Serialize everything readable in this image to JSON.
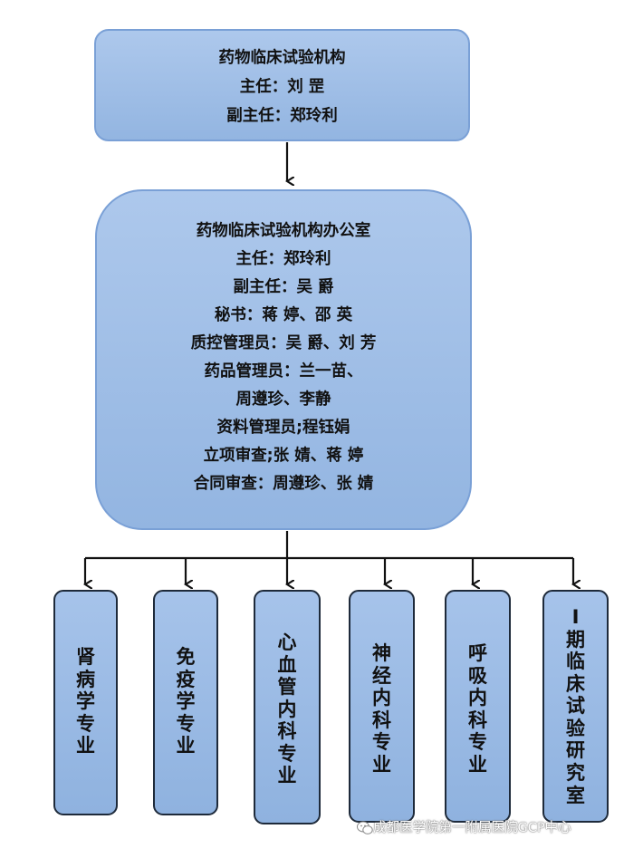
{
  "institution": {
    "title": "药物临床试验机构",
    "lines": [
      "主任：刘  罡",
      "副主任：郑玲利"
    ]
  },
  "office": {
    "title": "药物临床试验机构办公室",
    "lines": [
      "主任：郑玲利",
      "副主任：吴  爵",
      "秘书：蒋  婷、邵  英",
      "质控管理员：吴  爵、刘  芳",
      "药品管理员：兰一苗、",
      "周遵珍、李静",
      "资料管理员;程钰娟",
      "立项审查;张  婧、蒋  婷",
      "合同审查：周遵珍、张  婧"
    ]
  },
  "departments": [
    {
      "label": "肾病学专业"
    },
    {
      "label": "免疫学专业"
    },
    {
      "label": "心血管内科专业"
    },
    {
      "label": "神经内科专业"
    },
    {
      "label": "呼吸内科专业"
    },
    {
      "label": "I期临床试验研究室"
    }
  ],
  "watermark": {
    "text": "成都医学院第一附属医院GCP中心",
    "icon": "wechat-icon"
  },
  "colors": {
    "box_fill": "#9dbde6",
    "box_border": "#7aa0d6",
    "leaf_border": "#1e2a3a",
    "line": "#111111"
  }
}
